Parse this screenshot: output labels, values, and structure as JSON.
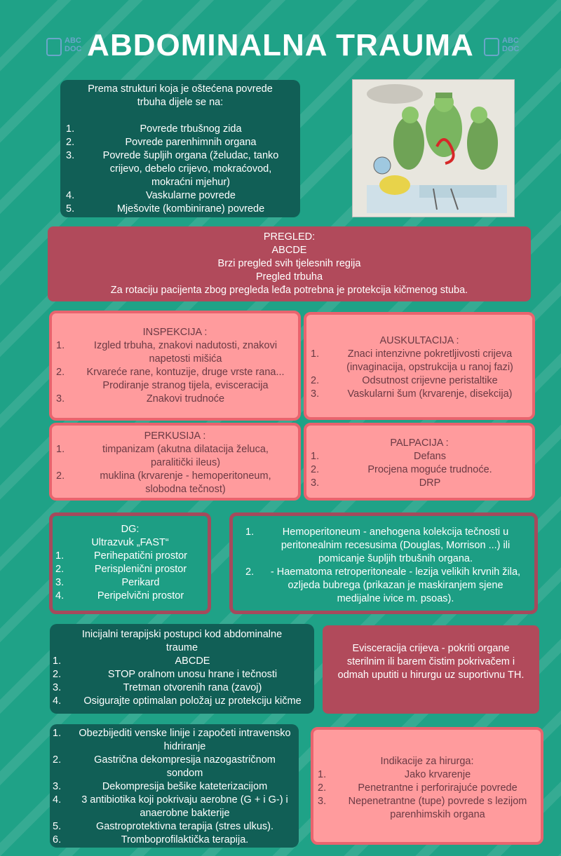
{
  "header": {
    "title": "ABDOMINALNA TRAUMA",
    "logo_text_1": "ABC",
    "logo_text_2": "DOC"
  },
  "structure": {
    "intro": "Prema strukturi koja je oštećena povrede trbuha dijele se na:",
    "items": [
      {
        "n": "1.",
        "t": "Povrede trbušnog zida"
      },
      {
        "n": "2.",
        "t": "Povrede parenhimnih organa"
      },
      {
        "n": "3.",
        "t": "Povrede šupljih organa (želudac, tanko crijevo, debelo crijevo, mokraćovod, mokraćni mjehur)"
      },
      {
        "n": "4.",
        "t": "Vaskularne povrede"
      },
      {
        "n": "5.",
        "t": "Mješovite (kombinirane) povrede"
      }
    ]
  },
  "pregled": {
    "lines": [
      "PREGLED:",
      "ABCDE",
      "Brzi pregled svih tjelesnih regija",
      "Pregled trbuha",
      "Za rotaciju pacijenta zbog pregleda leđa potrebna je protekcija kičmenog stuba."
    ]
  },
  "inspekcija": {
    "title": "INSPEKCIJA :",
    "items": [
      {
        "n": "1.",
        "t": "Izgled trbuha, znakovi nadutosti, znakovi napetosti mišića"
      },
      {
        "n": "2.",
        "t": "Krvareće rane, kontuzije, druge vrste rana... Prodiranje stranog tijela, evisceracija"
      },
      {
        "n": "3.",
        "t": "Znakovi trudnoće"
      }
    ]
  },
  "auskultacija": {
    "title": "AUSKULTACIJA :",
    "items": [
      {
        "n": "1.",
        "t": "Znaci intenzivne pokretljivosti crijeva (invaginacija, opstrukcija u ranoj fazi)"
      },
      {
        "n": "2.",
        "t": "Odsutnost crijevne peristaltike"
      },
      {
        "n": "3.",
        "t": "Vaskularni šum (krvarenje, disekcija)"
      }
    ]
  },
  "perkusija": {
    "title": "PERKUSIJA :",
    "items": [
      {
        "n": "1.",
        "t": "timpanizam (akutna dilatacija želuca, paralitički ileus)"
      },
      {
        "n": "2.",
        "t": "muklina (krvarenje - hemoperitoneum, slobodna tečnost)"
      }
    ]
  },
  "palpacija": {
    "title": "PALPACIJA :",
    "items": [
      {
        "n": "1.",
        "t": "Defans"
      },
      {
        "n": "2.",
        "t": "Procjena moguće trudnoće."
      },
      {
        "n": "3.",
        "t": "DRP"
      }
    ]
  },
  "dg": {
    "title": "DG:",
    "subtitle": "Ultrazvuk „FAST“",
    "items": [
      {
        "n": "1.",
        "t": "Perihepatični prostor"
      },
      {
        "n": "2.",
        "t": "Perisplenični prostor"
      },
      {
        "n": "3.",
        "t": "Perikard"
      },
      {
        "n": "4.",
        "t": "Peripelvični prostor"
      }
    ]
  },
  "findings": {
    "items": [
      {
        "n": "1.",
        "t": "Hemoperitoneum - anehogena kolekcija tečnosti u peritonealnim recesusima (Douglas, Morrison ...) ili pomicanje šupljih trbušnih organa."
      },
      {
        "n": "2.",
        "t": "- Haematoma retroperitoneale - lezija velikih krvnih žila, ozljeda bubrega (prikazan je maskiranjem sjene medijalne ivice m. psoas)."
      }
    ]
  },
  "therapy": {
    "title": "Inicijalni terapijski postupci kod abdominalne traume",
    "items": [
      {
        "n": "1.",
        "t": "ABCDE"
      },
      {
        "n": "2.",
        "t": "STOP oralnom unosu hrane i tečnosti"
      },
      {
        "n": "3.",
        "t": "Tretman otvorenih rana (zavoj)"
      },
      {
        "n": "4.",
        "t": "Osigurajte optimalan položaj uz protekciju kičme"
      }
    ]
  },
  "evisceration": {
    "text": "Evisceracija crijeva - pokriti organe sterilnim ili barem čistim pokrivačem i odmah uputiti u hirurgu uz suportivnu TH."
  },
  "therapy2": {
    "items": [
      {
        "n": "1.",
        "t": "Obezbijediti venske linije i započeti intravensko hidriranje"
      },
      {
        "n": "2.",
        "t": "Gastrična dekompresija nazogastričnom sondom"
      },
      {
        "n": "3.",
        "t": "Dekompresija bešike kateterizacijom"
      },
      {
        "n": "4.",
        "t": "3 antibiotika koji pokrivaju aerobne (G + i G-) i anaerobne bakterije"
      },
      {
        "n": "5.",
        "t": "Gastroprotektivna terapija (stres ulkus)."
      },
      {
        "n": "6.",
        "t": "Tromboprofilaktička terapija."
      }
    ]
  },
  "surgery": {
    "title": "Indikacije za hirurga:",
    "items": [
      {
        "n": "1.",
        "t": "Jako krvarenje"
      },
      {
        "n": "2.",
        "t": "Penetrantne i perforirajuće povrede"
      },
      {
        "n": "3.",
        "t": "Nepenetrantne (tupe) povrede s lezijom parenhimskih organa"
      }
    ]
  },
  "colors": {
    "background": "#1fa287",
    "dark": "#115f56",
    "maroon": "#b14a5b",
    "pink": "#ff9b9d"
  }
}
